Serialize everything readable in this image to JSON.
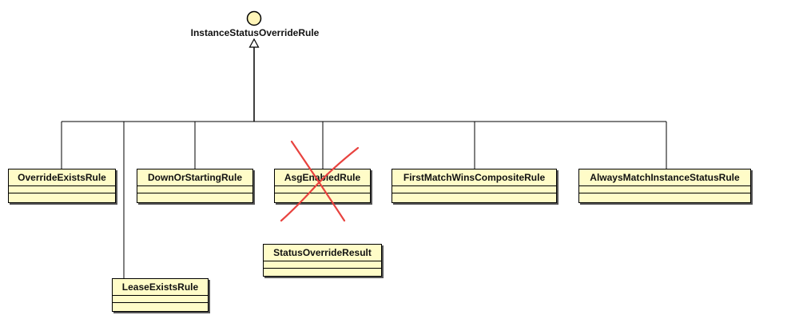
{
  "interface": {
    "name": "InstanceStatusOverrideRule"
  },
  "classes": {
    "override_exists": "OverrideExistsRule",
    "down_or_starting": "DownOrStartingRule",
    "asg_enabled": "AsgEnabledRule",
    "first_match_wins": "FirstMatchWinsCompositeRule",
    "always_match": "AlwaysMatchInstanceStatusRule",
    "lease_exists": "LeaseExistsRule",
    "status_override_result": "StatusOverrideResult"
  },
  "colors": {
    "class_fill": "#fffcc8",
    "interface_fill": "#fff5b8",
    "strike_mark": "#e8433f",
    "line": "#000000"
  }
}
